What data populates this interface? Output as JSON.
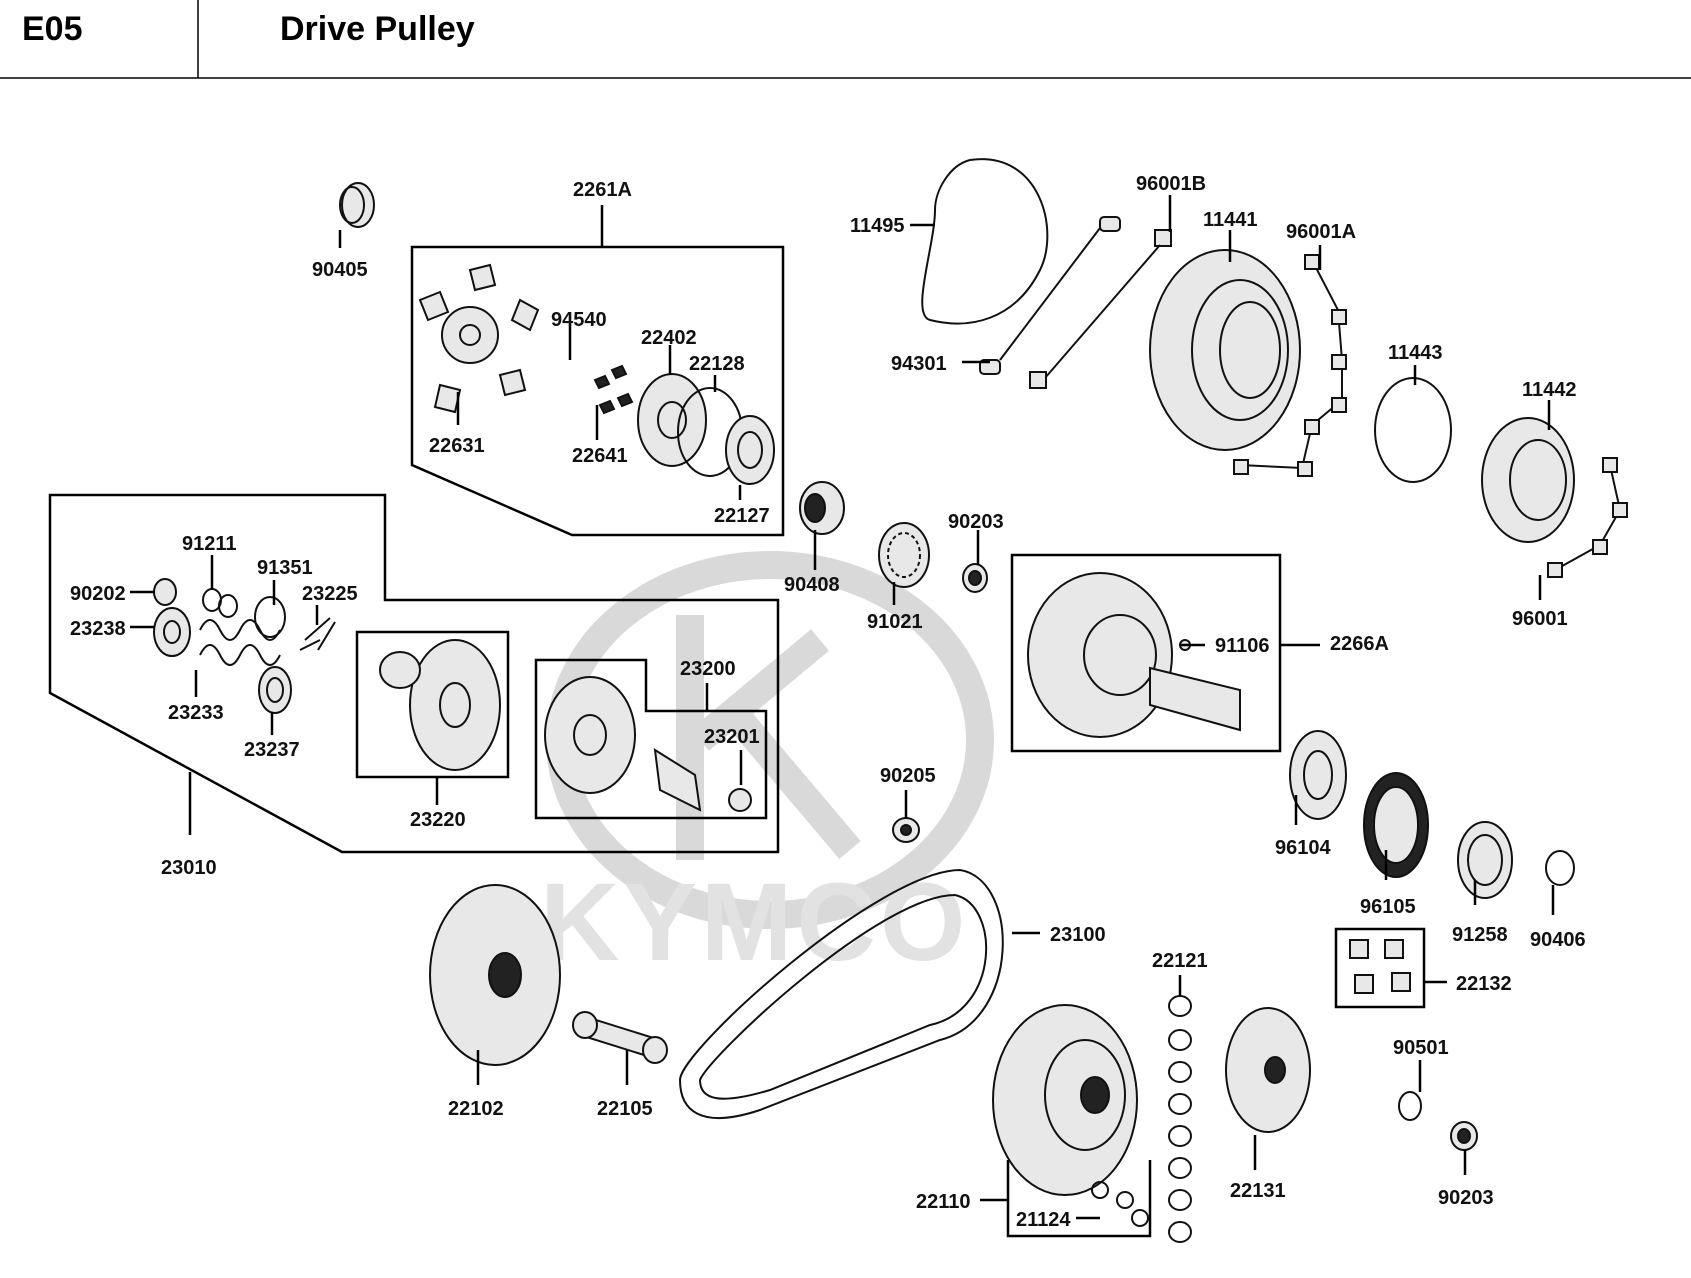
{
  "header": {
    "code": "E05",
    "title": "Drive Pulley"
  },
  "watermark": {
    "text": "KYMCO"
  },
  "labels": {
    "p90405": "90405",
    "p2261A": "2261A",
    "p94540": "94540",
    "p22402": "22402",
    "p22128": "22128",
    "p22631": "22631",
    "p22641": "22641",
    "p22127": "22127",
    "p11495": "11495",
    "p96001B": "96001B",
    "p11441": "11441",
    "p96001A": "96001A",
    "p94301": "94301",
    "p11443": "11443",
    "p11442": "11442",
    "p96001": "96001",
    "p90408": "90408",
    "p91021": "91021",
    "p90203a": "90203",
    "p91106": "91106",
    "p2266A": "2266A",
    "p91211": "91211",
    "p91351": "91351",
    "p90202": "90202",
    "p23225": "23225",
    "p23238": "23238",
    "p23233": "23233",
    "p23237": "23237",
    "p23200": "23200",
    "p23201": "23201",
    "p23220": "23220",
    "p23010": "23010",
    "p90205": "90205",
    "p96104": "96104",
    "p96105": "96105",
    "p91258": "91258",
    "p90406": "90406",
    "p22132": "22132",
    "p23100": "23100",
    "p22121": "22121",
    "p22102": "22102",
    "p22105": "22105",
    "p22110": "22110",
    "p21124": "21124",
    "p22131": "22131",
    "p90501": "90501",
    "p90203b": "90203"
  }
}
